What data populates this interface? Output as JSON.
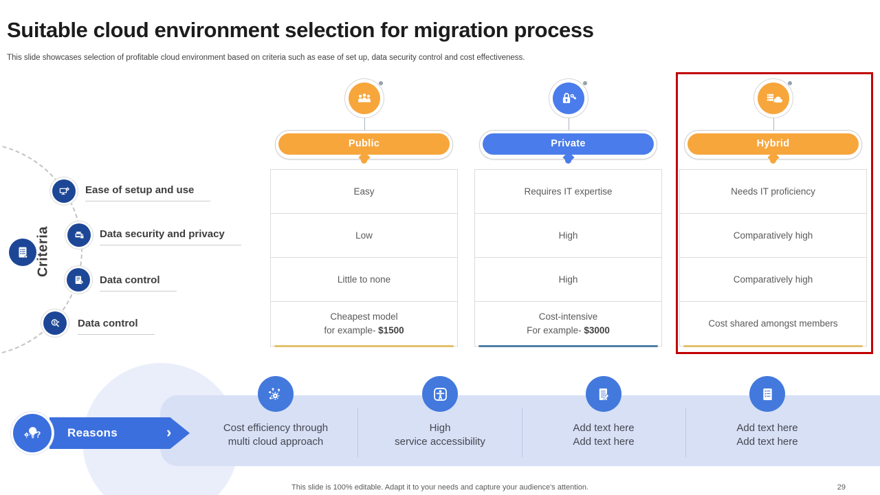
{
  "slide": {
    "title": "Suitable cloud environment selection for migration process",
    "subtitle": "This slide showcases selection of profitable cloud environment based on criteria such as ease of set up, data security control and cost effectiveness.",
    "footer": "This slide is 100% editable. Adapt it to your needs and capture your audience's attention.",
    "page_number": "29"
  },
  "criteria": {
    "heading": "Criteria",
    "items": [
      {
        "label": "Ease of setup and use",
        "icon": "monitor-gear-icon"
      },
      {
        "label": "Data security and privacy",
        "icon": "device-lock-icon"
      },
      {
        "label": "Data control",
        "icon": "document-gear-icon"
      },
      {
        "label": "Data control",
        "icon": "search-dollar-icon"
      }
    ]
  },
  "columns": [
    {
      "label": "Public",
      "icon": "people-group-icon",
      "accent": "#F7A63C",
      "strip": "#E2C06A",
      "highlighted": false,
      "rows": [
        "Easy",
        "Low",
        "Little to none"
      ],
      "cost": {
        "line1": "Cheapest model",
        "prefix": "for example- ",
        "value": "$1500"
      }
    },
    {
      "label": "Private",
      "icon": "lock-keys-icon",
      "accent": "#4A7CEB",
      "strip": "#4E7FA6",
      "highlighted": false,
      "rows": [
        "Requires IT expertise",
        "High",
        "High"
      ],
      "cost": {
        "line1": "Cost-intensive",
        "prefix": "For example- ",
        "value": "$3000"
      }
    },
    {
      "label": "Hybrid",
      "icon": "server-cloud-icon",
      "accent": "#F7A63C",
      "strip": "#E2C06A",
      "highlighted": true,
      "rows": [
        "Needs IT proficiency",
        "Comparatively high",
        "Comparatively high"
      ],
      "cost": {
        "line1": "Cost shared amongst members",
        "prefix": "",
        "value": ""
      }
    }
  ],
  "reasons": {
    "label": "Reasons",
    "chevron": "›",
    "items": [
      {
        "line1": "Cost efficiency through",
        "line2": "multi cloud approach",
        "icon": "gear-arrows-icon"
      },
      {
        "line1": "High",
        "line2": "service accessibility",
        "icon": "accessibility-icon"
      },
      {
        "line1": "Add text here",
        "line2": "Add text here",
        "icon": "document-pen-icon"
      },
      {
        "line1": "Add text here",
        "line2": "Add text here",
        "icon": "checklist-icon"
      }
    ]
  },
  "colors": {
    "highlight_border": "#C00000",
    "panel": "#D8E0F6",
    "soft_circle": "#E9EEFA",
    "reasons_blue": "#3B6FDD",
    "item_icon_blue": "#4379DC",
    "criteria_navy": "#1D4796"
  }
}
